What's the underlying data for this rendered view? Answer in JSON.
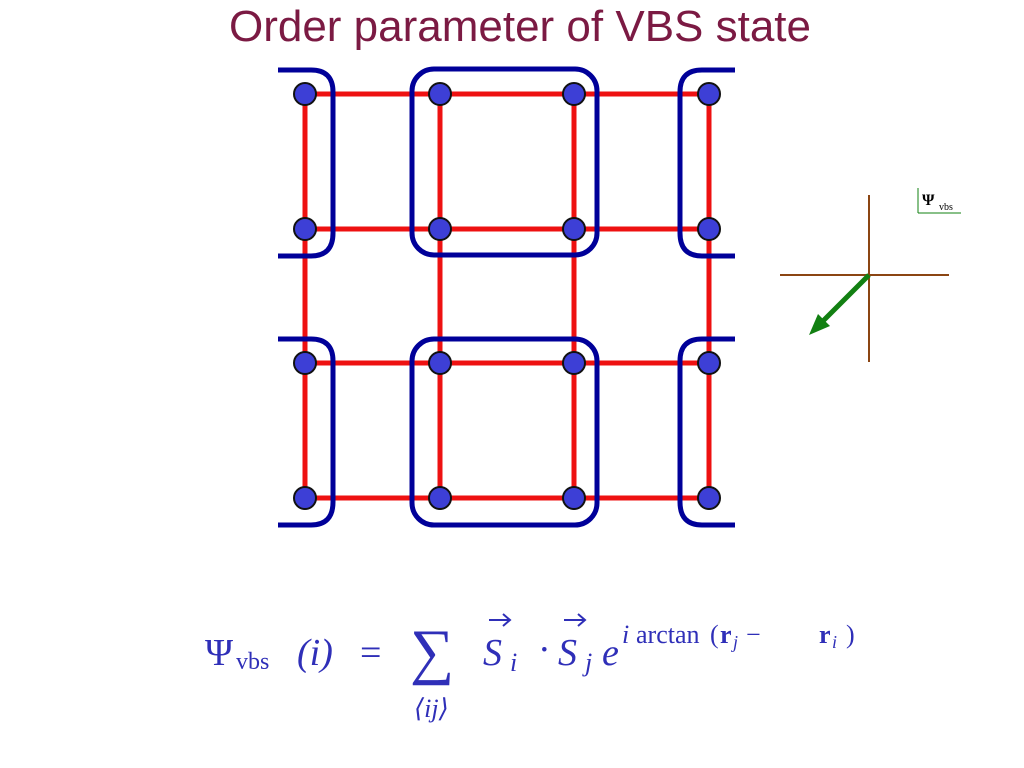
{
  "title": "Order parameter of VBS state",
  "colors": {
    "title": "#7b1a43",
    "bond": "#ee1111",
    "site_fill": "#3d3fd6",
    "site_stroke": "#111111",
    "plaquette": "#000099",
    "axis": "#8b4513",
    "vector": "#128012",
    "formula": "#2f2fb8"
  },
  "lattice": {
    "rows": 4,
    "cols": 4
  },
  "order_parameter_plot": {
    "legend_symbol": "Ψ",
    "legend_subscript": "vbs",
    "vector_direction": "down-left"
  },
  "formula": {
    "lhs_symbol": "Ψ",
    "lhs_subscript": "vbs",
    "lhs_argument": "(i)",
    "equals": "=",
    "sum_symbol": "∑",
    "sum_index": "⟨ij⟩",
    "spin_symbol": "S",
    "spin_i_index": "i",
    "dot": "·",
    "spin_j_index": "j",
    "exp_base": "e",
    "exponent_i": "i",
    "exponent_function": "arctan",
    "exponent_open": "(",
    "exponent_r": "r",
    "exponent_rj_index": "j",
    "exponent_minus": "−",
    "exponent_ri_index": "i",
    "exponent_close": ")"
  }
}
